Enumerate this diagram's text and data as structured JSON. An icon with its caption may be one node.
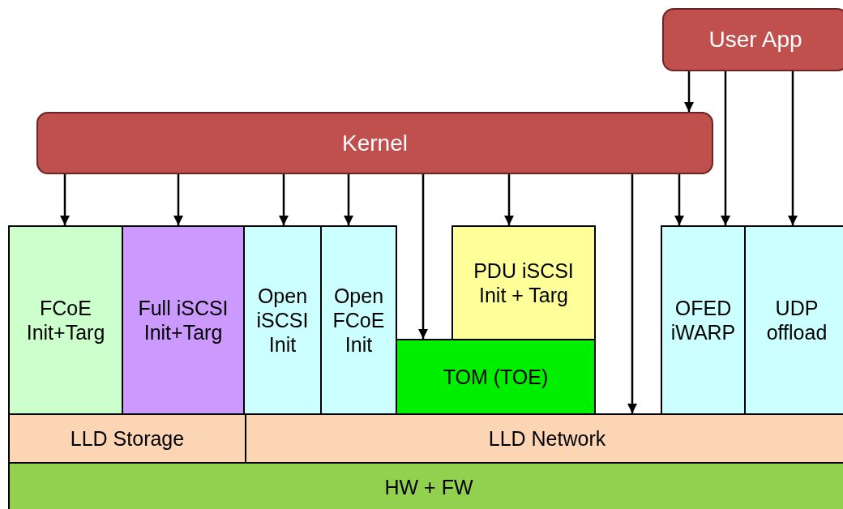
{
  "diagram": {
    "nodes": [
      {
        "text": [
          "User App"
        ]
      },
      {
        "text": [
          "Kernel"
        ]
      },
      {
        "text": [
          "FCoE Init+Targ"
        ]
      },
      {
        "text": [
          "Full iSCSI Init+Targ"
        ]
      },
      {
        "text": [
          "Open iSCSI Init"
        ]
      },
      {
        "text": [
          "Open FCoE Init"
        ]
      },
      {
        "text": [
          "PDU iSCSI Init + Targ"
        ]
      },
      {
        "text": [
          "TOM (TOE)"
        ]
      },
      {
        "text": [
          "OFED iWARP"
        ]
      },
      {
        "text": [
          "UDP offload"
        ]
      },
      {
        "text": [
          "LLD Storage"
        ]
      },
      {
        "text": [
          "LLD Network"
        ]
      },
      {
        "text": [
          "HW + FW"
        ]
      }
    ],
    "edges": [
      {
        "from": 0,
        "to": 1,
        "arrow": "to"
      },
      {
        "from": 0,
        "to": 8,
        "arrow": "to"
      },
      {
        "from": 0,
        "to": 9,
        "arrow": "to"
      },
      {
        "from": 1,
        "to": 2,
        "arrow": "to"
      },
      {
        "from": 1,
        "to": 3,
        "arrow": "to"
      },
      {
        "from": 1,
        "to": 4,
        "arrow": "to"
      },
      {
        "from": 1,
        "to": 5,
        "arrow": "to"
      },
      {
        "from": 1,
        "to": 7,
        "arrow": "to"
      },
      {
        "from": 1,
        "to": 6,
        "arrow": "to"
      },
      {
        "from": 1,
        "to": 11,
        "arrow": "to"
      },
      {
        "from": 1,
        "to": 8,
        "arrow": "to"
      }
    ]
  }
}
